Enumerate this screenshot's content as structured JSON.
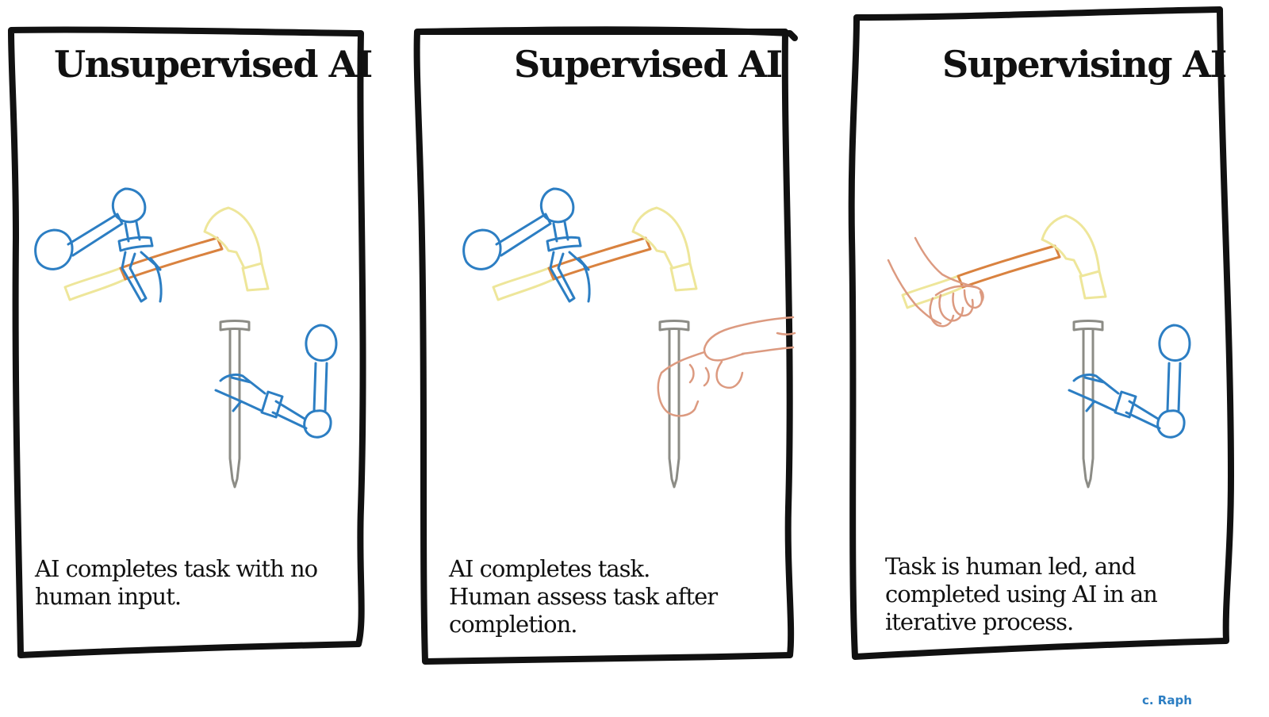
{
  "colors": {
    "frame": "#111111",
    "robot": "#2c7ec3",
    "hammer_handle": "#d9823f",
    "hammer_head": "#eee69a",
    "nail": "#8c8c86",
    "human_hand": "#dc9a80",
    "credit": "#2c7ec3"
  },
  "panels": [
    {
      "title": "Unsupervised AI",
      "caption": [
        "AI completes task with no",
        "human input."
      ],
      "hammer_holder": "robot-arm",
      "nail_holder": "robot-arm"
    },
    {
      "title": "Supervised AI",
      "caption": [
        "AI completes task.",
        "Human assess task after",
        "completion."
      ],
      "hammer_holder": "robot-arm",
      "nail_holder": "human-hand"
    },
    {
      "title": "Supervising AI",
      "caption": [
        "Task is human led, and",
        "completed using AI in an",
        "iterative process."
      ],
      "hammer_holder": "human-hand",
      "nail_holder": "robot-arm"
    }
  ],
  "credit": "c. Raph"
}
